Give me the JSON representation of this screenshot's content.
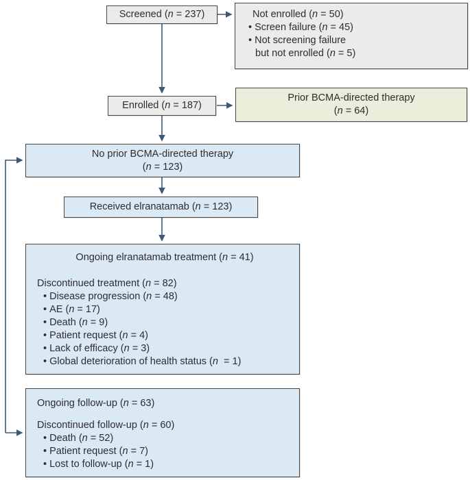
{
  "figure": {
    "type": "consort-flow-diagram",
    "colors": {
      "gray_fill": "#ebebe9",
      "green_fill": "#e9efda",
      "blue_fill": "#dbe9f5",
      "border": "#454545",
      "arrow": "#3c5a77",
      "text": "#2d2d2d"
    },
    "boxes": {
      "screened": {
        "label": "Screened (n = 237)"
      },
      "not_enrolled": {
        "title": "Not enrolled (n = 50)",
        "bullets": [
          "Screen failure (n = 45)",
          "Not screening failure"
        ],
        "continuation": "but not enrolled (n = 5)"
      },
      "enrolled": {
        "label": "Enrolled (n = 187)"
      },
      "prior_bcma": {
        "line1": "Prior BCMA-directed therapy",
        "line2": "(n = 64)"
      },
      "no_prior_bcma": {
        "line1": "No prior BCMA-directed therapy",
        "line2": "(n = 123)"
      },
      "received": {
        "label": "Received elranatamab (n = 123)"
      },
      "treatment": {
        "ongoing": "Ongoing elranatamab treatment (n = 41)",
        "discontinued": "Discontinued treatment (n = 82)",
        "bullets": [
          "Disease progression (n = 48)",
          "AE (n = 17)",
          "Death (n = 9)",
          "Patient request (n = 4)",
          "Lack of efficacy (n = 3)",
          "Global deterioration of health status (n  = 1)"
        ]
      },
      "followup": {
        "ongoing": "Ongoing follow-up (n = 63)",
        "discontinued": "Discontinued follow-up (n = 60)",
        "bullets": [
          "Death (n = 52)",
          "Patient request (n = 7)",
          "Lost to follow-up (n = 1)"
        ]
      }
    }
  }
}
